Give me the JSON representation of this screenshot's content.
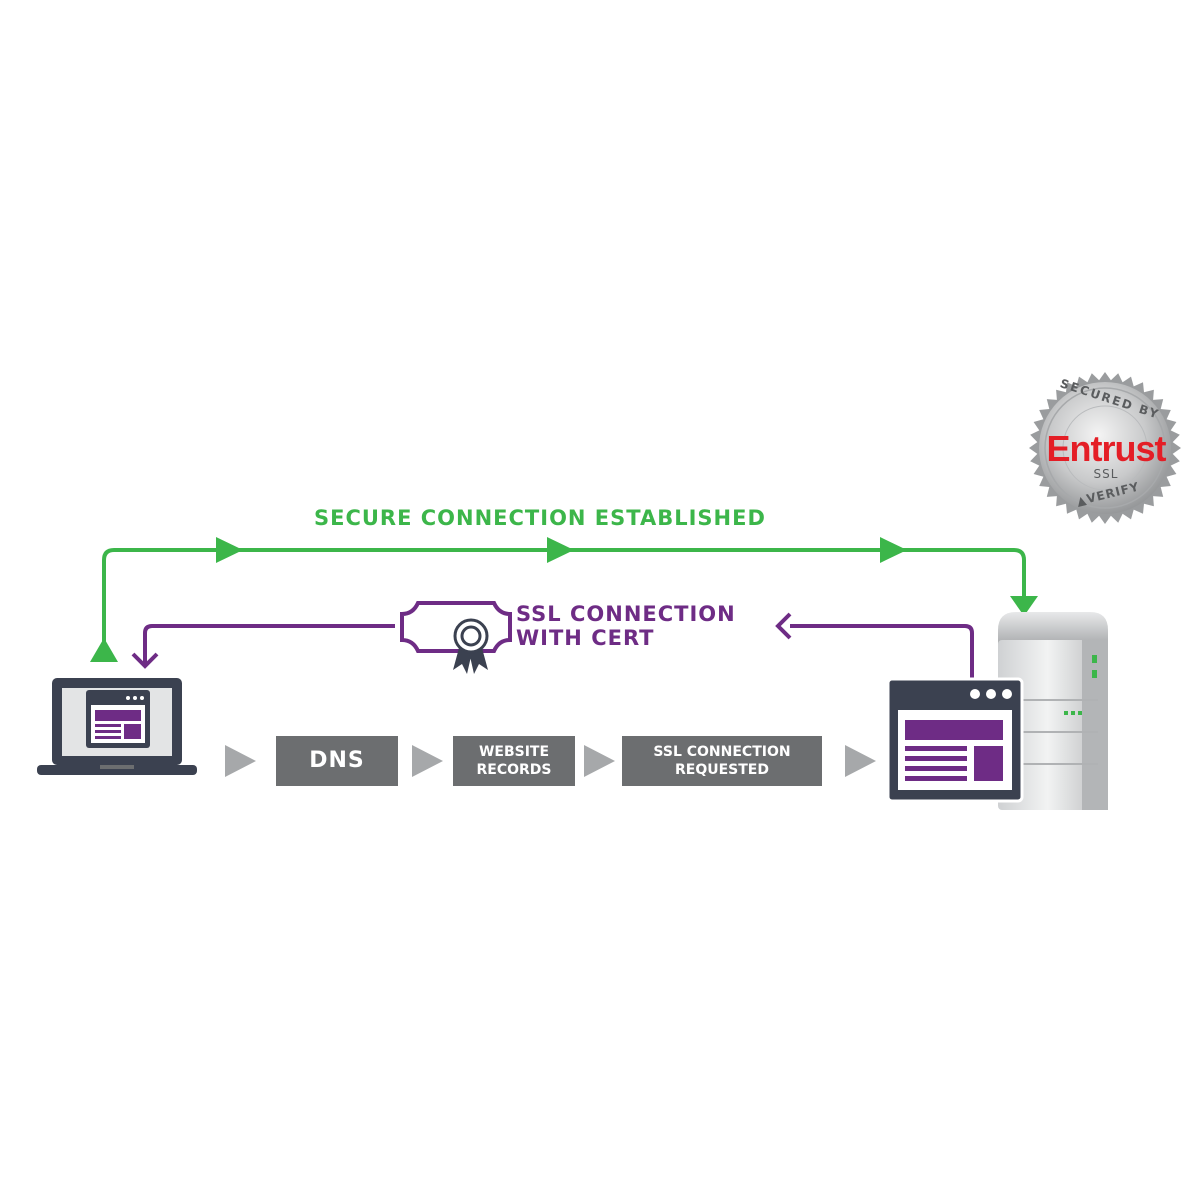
{
  "colors": {
    "secure_green": "#3cb64a",
    "cert_purple": "#6e2c85",
    "step_gray": "#6c6e70",
    "chevron_gray": "#a6a8aa",
    "device_dark": "#3b4150",
    "seal_red": "#e41e26"
  },
  "labels": {
    "secure_connection": "SECURE CONNECTION ESTABLISHED",
    "ssl_line1": "SSL CONNECTION",
    "ssl_line2": "WITH CERT"
  },
  "steps": [
    {
      "lines": [
        "DNS"
      ]
    },
    {
      "lines": [
        "WEBSITE",
        "RECORDS"
      ]
    },
    {
      "lines": [
        "SSL CONNECTION",
        "REQUESTED"
      ]
    }
  ],
  "badge": {
    "top_text": "SECURED BY",
    "brand": "Entrust",
    "sub": "SSL",
    "bottom_text": "VERIFY"
  },
  "icons": {
    "client": "laptop-icon",
    "server": "server-icon",
    "certificate": "certificate-icon",
    "browser": "browser-window-icon",
    "seal": "seal-badge-icon"
  }
}
